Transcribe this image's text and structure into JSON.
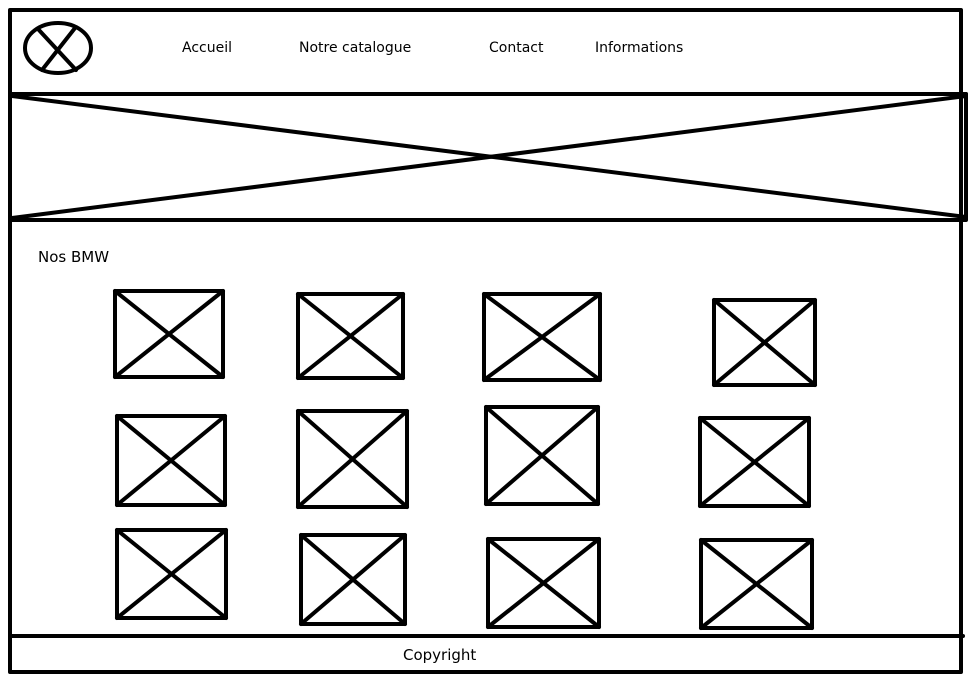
{
  "nav": {
    "items": [
      {
        "label": "Accueil"
      },
      {
        "label": "Notre catalogue"
      },
      {
        "label": "Contact"
      },
      {
        "label": "Informations"
      }
    ]
  },
  "main": {
    "section_title": "Nos BMW",
    "grid_rows": 3,
    "grid_cols": 4
  },
  "footer": {
    "text": "Copyright"
  },
  "icons": {
    "logo": "logo-placeholder-icon",
    "banner": "banner-image-placeholder-icon",
    "product": "image-placeholder-icon"
  },
  "colors": {
    "stroke": "#000000",
    "background": "#ffffff"
  }
}
